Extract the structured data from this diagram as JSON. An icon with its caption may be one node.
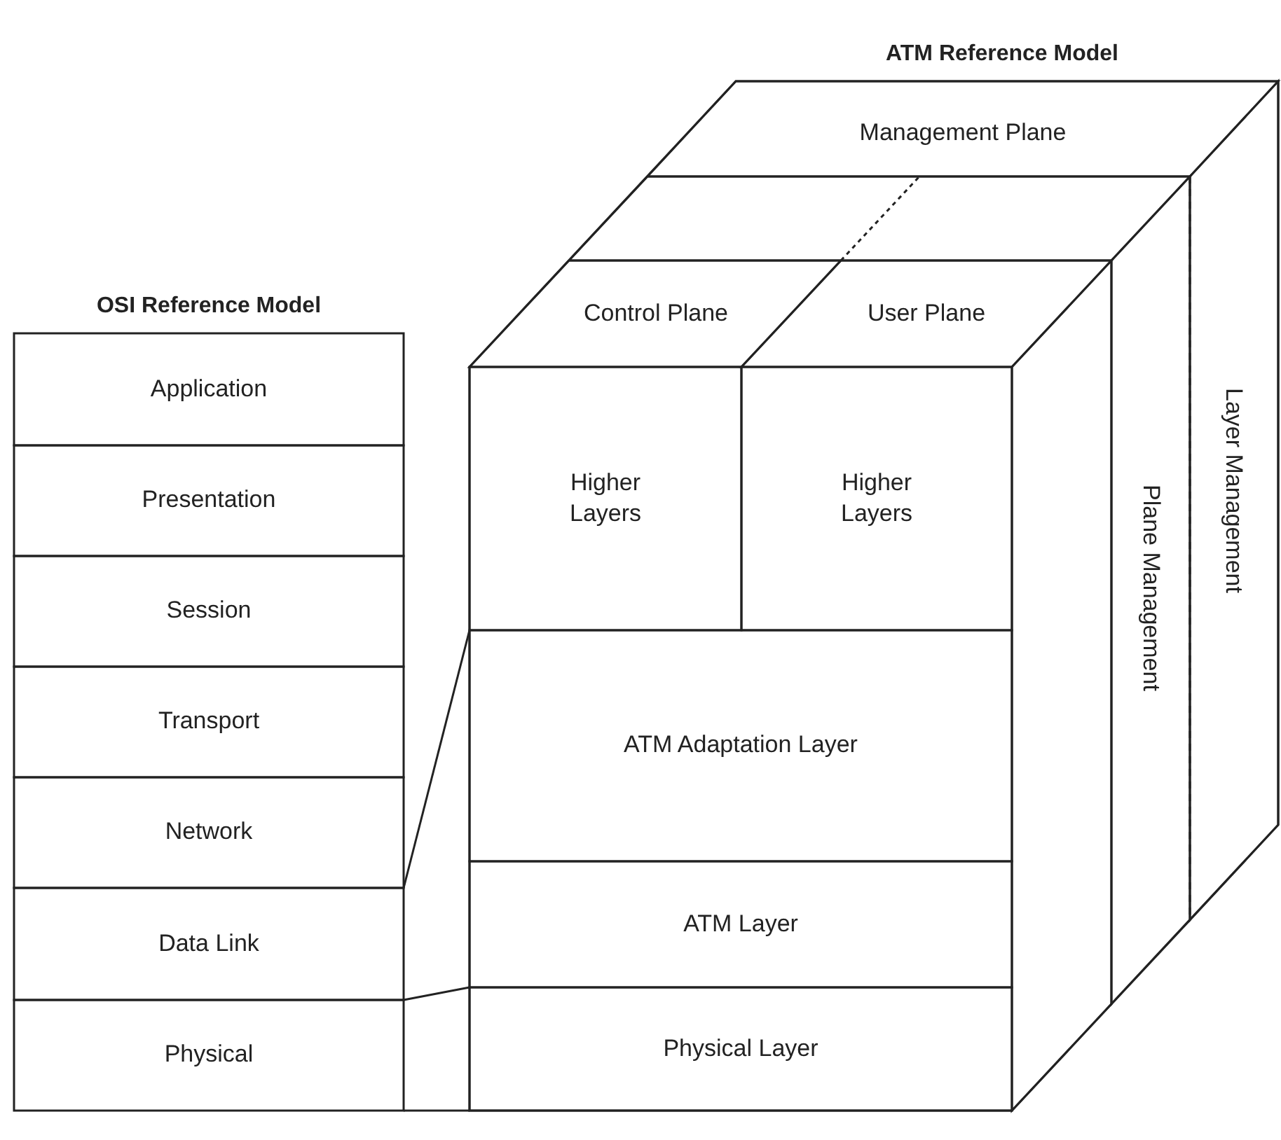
{
  "diagram": {
    "nodes": [
      {
        "text": [
          "OSI Reference Model"
        ]
      },
      {
        "text": [
          "Application"
        ],
        "in": 0
      },
      {
        "text": [
          "Presentation"
        ],
        "in": 0
      },
      {
        "text": [
          "Session"
        ],
        "in": 0
      },
      {
        "text": [
          "Transport"
        ],
        "in": 0
      },
      {
        "text": [
          "Network"
        ],
        "in": 0
      },
      {
        "text": [
          "Data Link"
        ],
        "in": 0
      },
      {
        "text": [
          "Physical"
        ],
        "in": 0
      },
      {
        "text": [
          "ATM Reference Model"
        ]
      },
      {
        "text": [
          "Management Plane"
        ],
        "in": 8
      },
      {
        "text": [
          "Control Plane"
        ],
        "in": 8
      },
      {
        "text": [
          "User Plane"
        ],
        "in": 8
      },
      {
        "text": [
          "Higher Layers"
        ],
        "in": 8
      },
      {
        "text": [
          "Higher Layers"
        ],
        "in": 8
      },
      {
        "text": [
          "ATM Adaptation Layer"
        ],
        "in": 8
      },
      {
        "text": [
          "ATM Layer"
        ],
        "in": 8
      },
      {
        "text": [
          "Physical Layer"
        ],
        "in": 8
      },
      {
        "text": [
          "Plane Management"
        ],
        "in": 8
      },
      {
        "text": [
          "Layer Management"
        ],
        "in": 8
      }
    ],
    "edges": [
      {
        "from": 5,
        "to": 14,
        "arrow": "none"
      },
      {
        "from": 6,
        "to": 16,
        "arrow": "none"
      }
    ]
  }
}
